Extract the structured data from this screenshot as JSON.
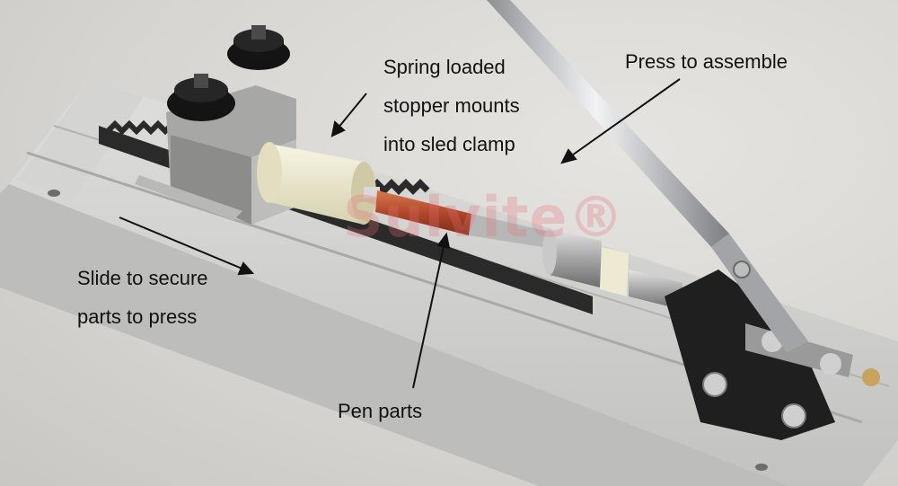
{
  "annotations": {
    "spring": [
      "Spring loaded",
      "stopper mounts",
      "into sled clamp"
    ],
    "press": "Press to assemble",
    "slide": [
      "Slide to secure",
      "parts to press"
    ],
    "parts": "Pen parts"
  },
  "watermark": "Sulvite®",
  "colors": {
    "background": "#dcdad6",
    "rail": "#c8c8c6",
    "rail_shadow": "#a9a9a7",
    "rack": "#2a2a2a",
    "knob": "#141414",
    "wood_blank": "#b8502c",
    "nylon_stopper": "#ece8cf",
    "bracket": "#1f1f1f",
    "handle": "#c7c9cc",
    "text": "#111111"
  }
}
